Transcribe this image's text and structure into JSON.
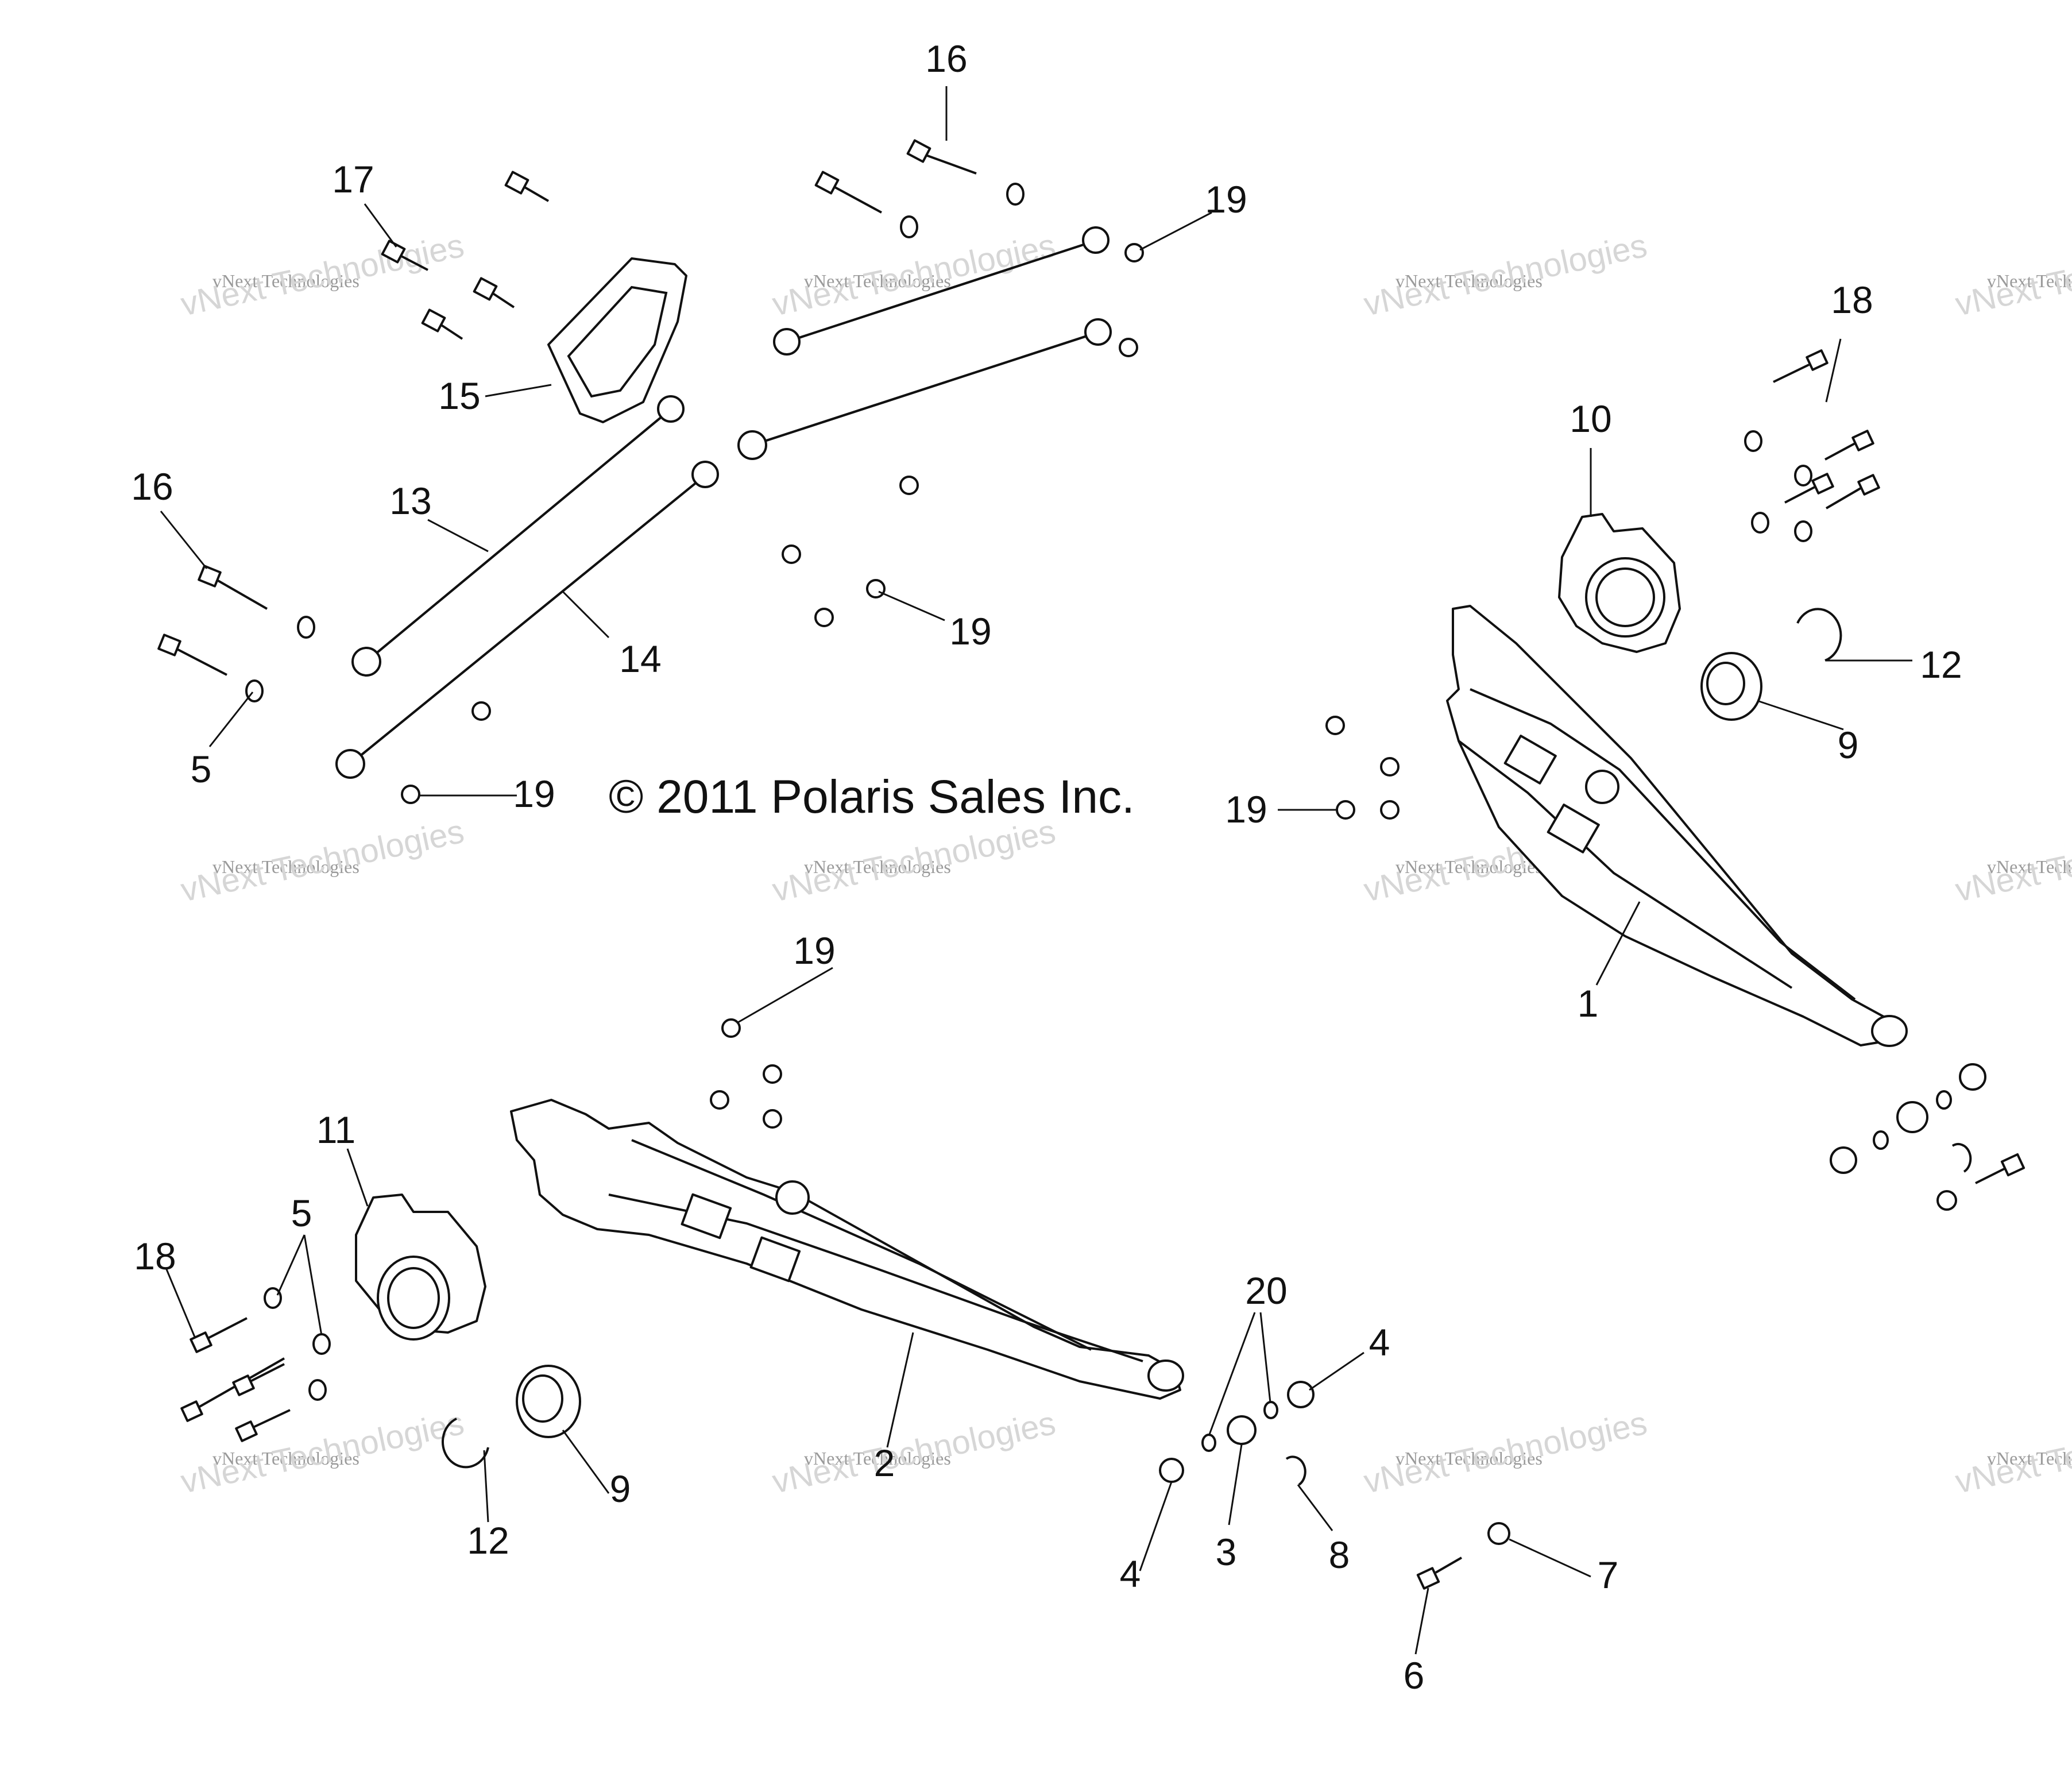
{
  "copyright": "© 2011 Polaris Sales Inc.",
  "watermark": {
    "small": "vNext Technologies",
    "big": "vNext Technologies"
  },
  "callouts": {
    "c16a": "16",
    "c17": "17",
    "c19a": "19",
    "c15": "15",
    "c16b": "16",
    "c13": "13",
    "c14": "14",
    "c5a": "5",
    "c19b": "19",
    "c19c": "19",
    "c18a": "18",
    "c10": "10",
    "c12a": "12",
    "c9a": "9",
    "c19d": "19",
    "c1": "1",
    "c19e": "19",
    "c11": "11",
    "c5b": "5",
    "c18b": "18",
    "c12b": "12",
    "c9b": "9",
    "c2": "2",
    "c20": "20",
    "c4a": "4",
    "c4b": "4",
    "c3": "3",
    "c8": "8",
    "c7": "7",
    "c6": "6"
  }
}
